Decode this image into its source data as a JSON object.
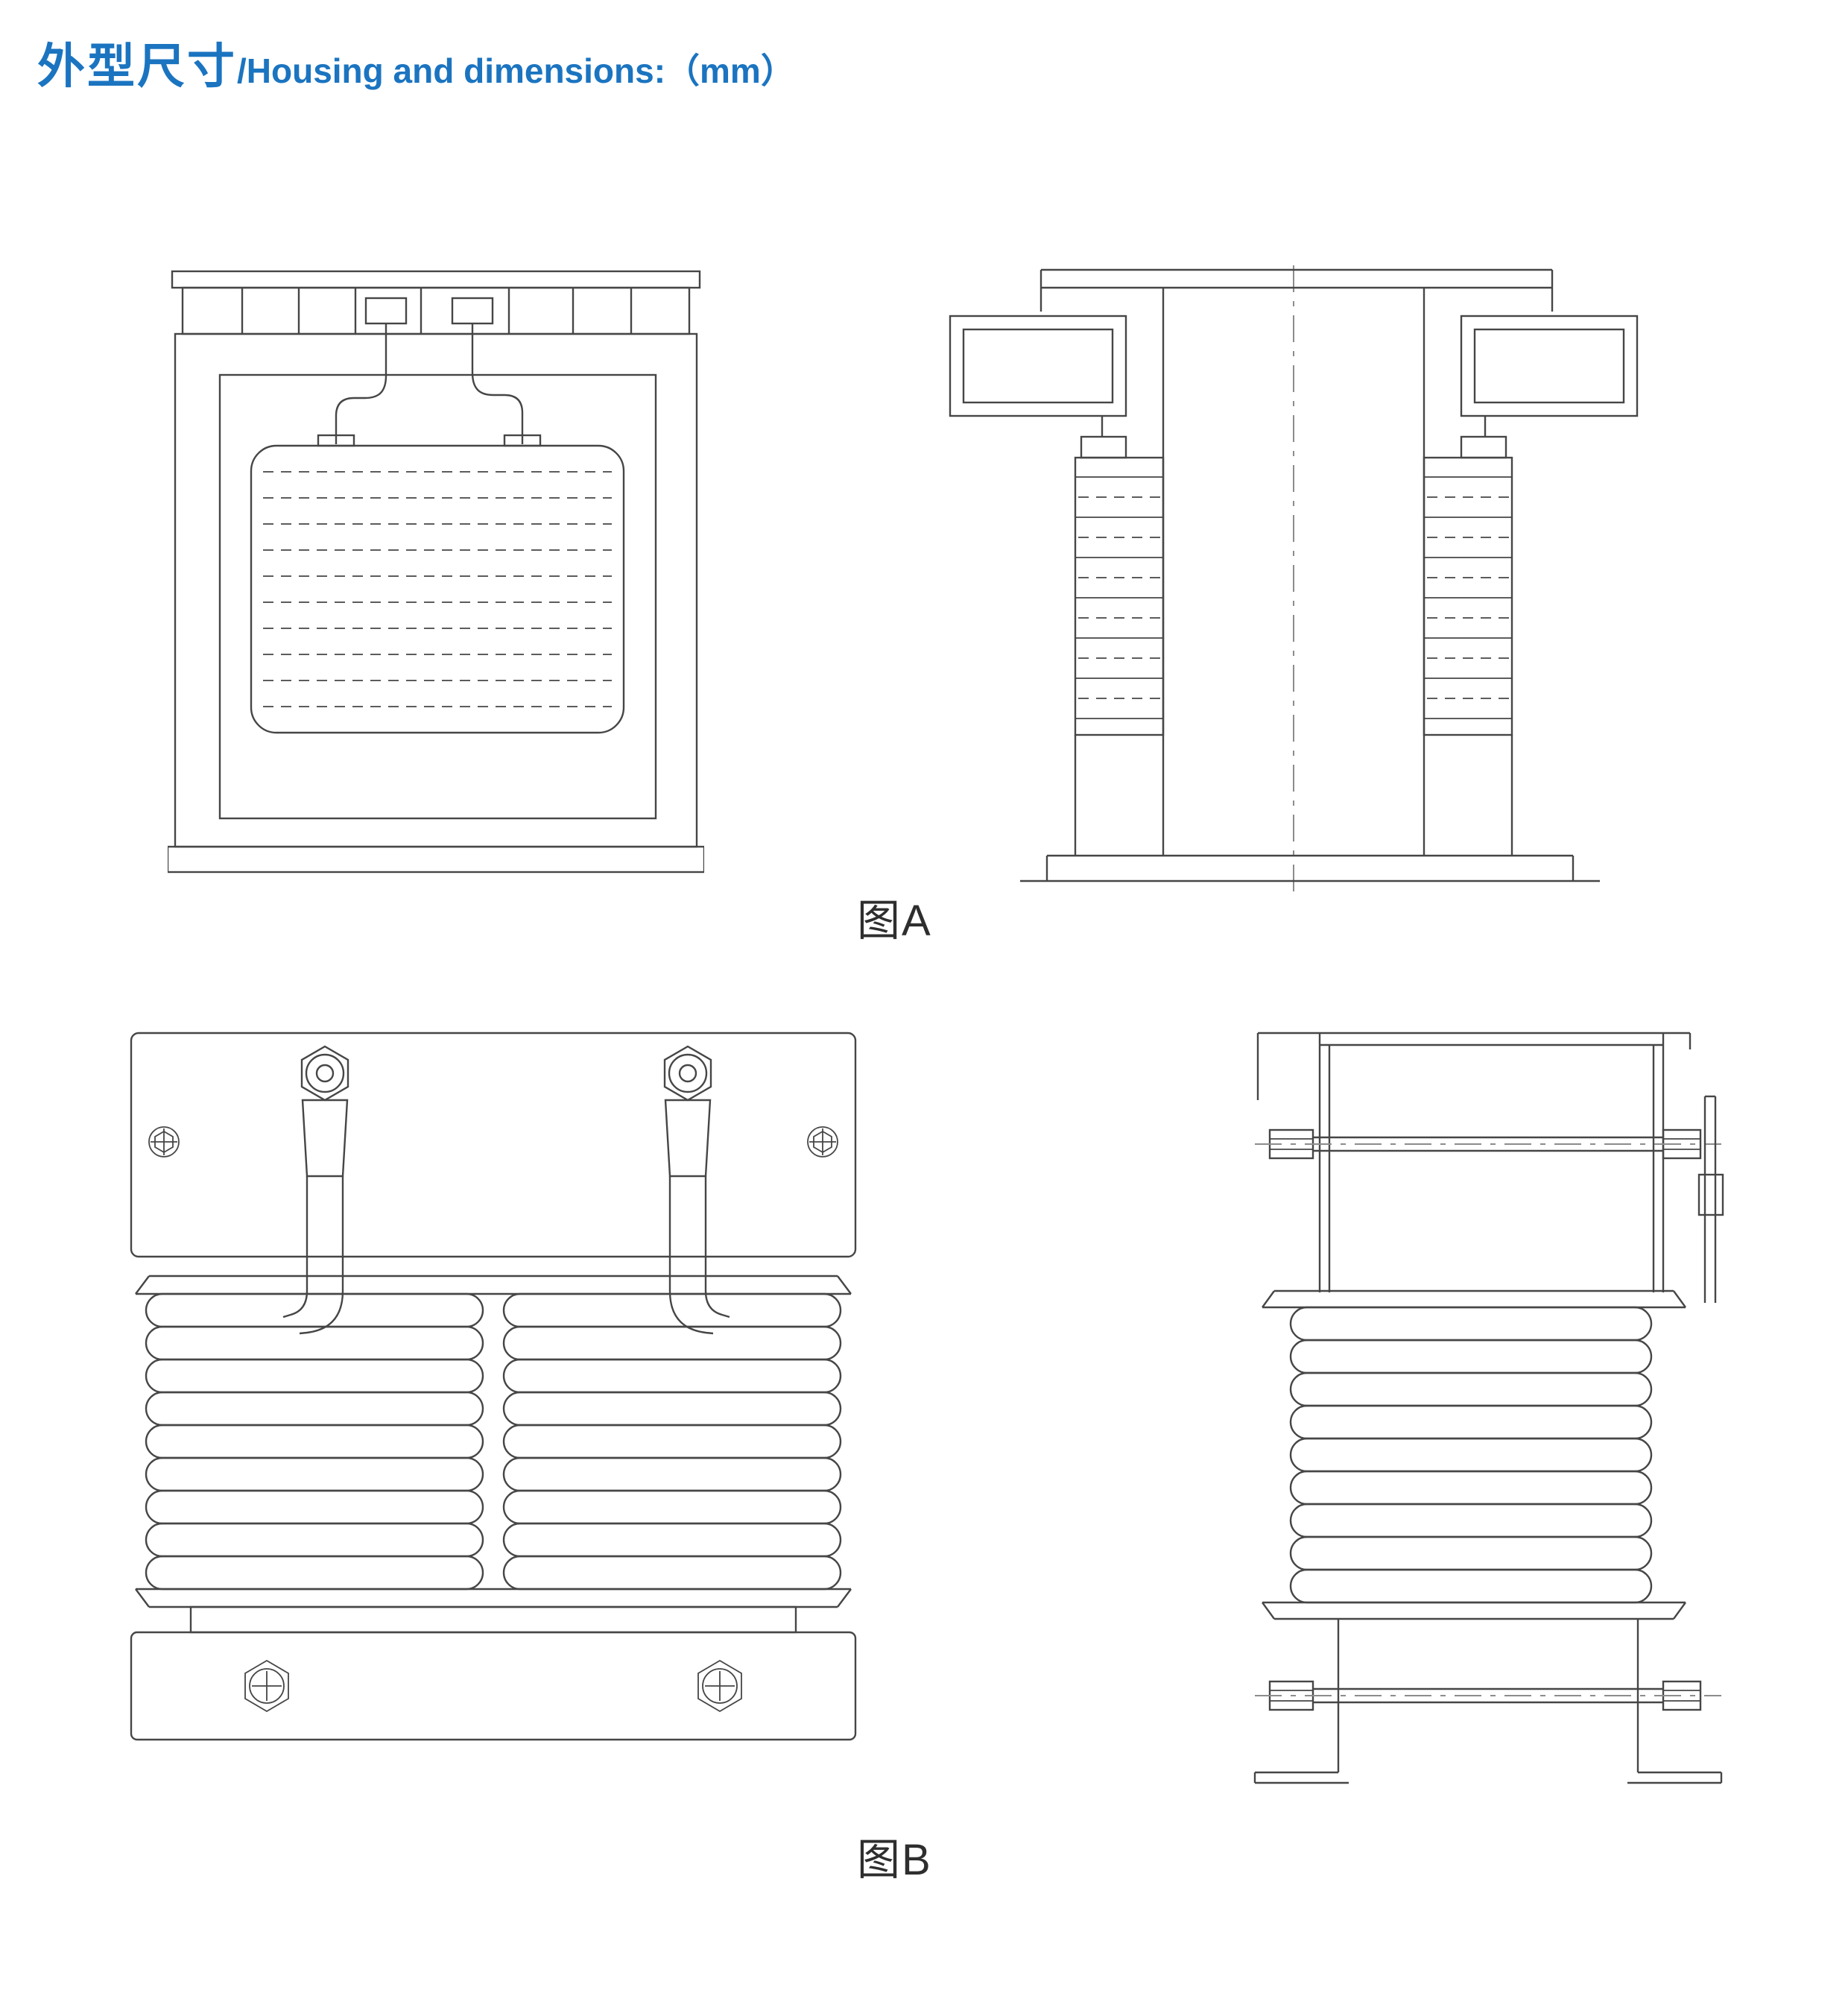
{
  "page": {
    "title_zh": "外型尺寸",
    "title_en": "/Housing and dimensions:（mm）",
    "accent_color": "#1b74c0"
  },
  "figures": {
    "a": {
      "label": "图A"
    },
    "b": {
      "label": "图B"
    }
  }
}
